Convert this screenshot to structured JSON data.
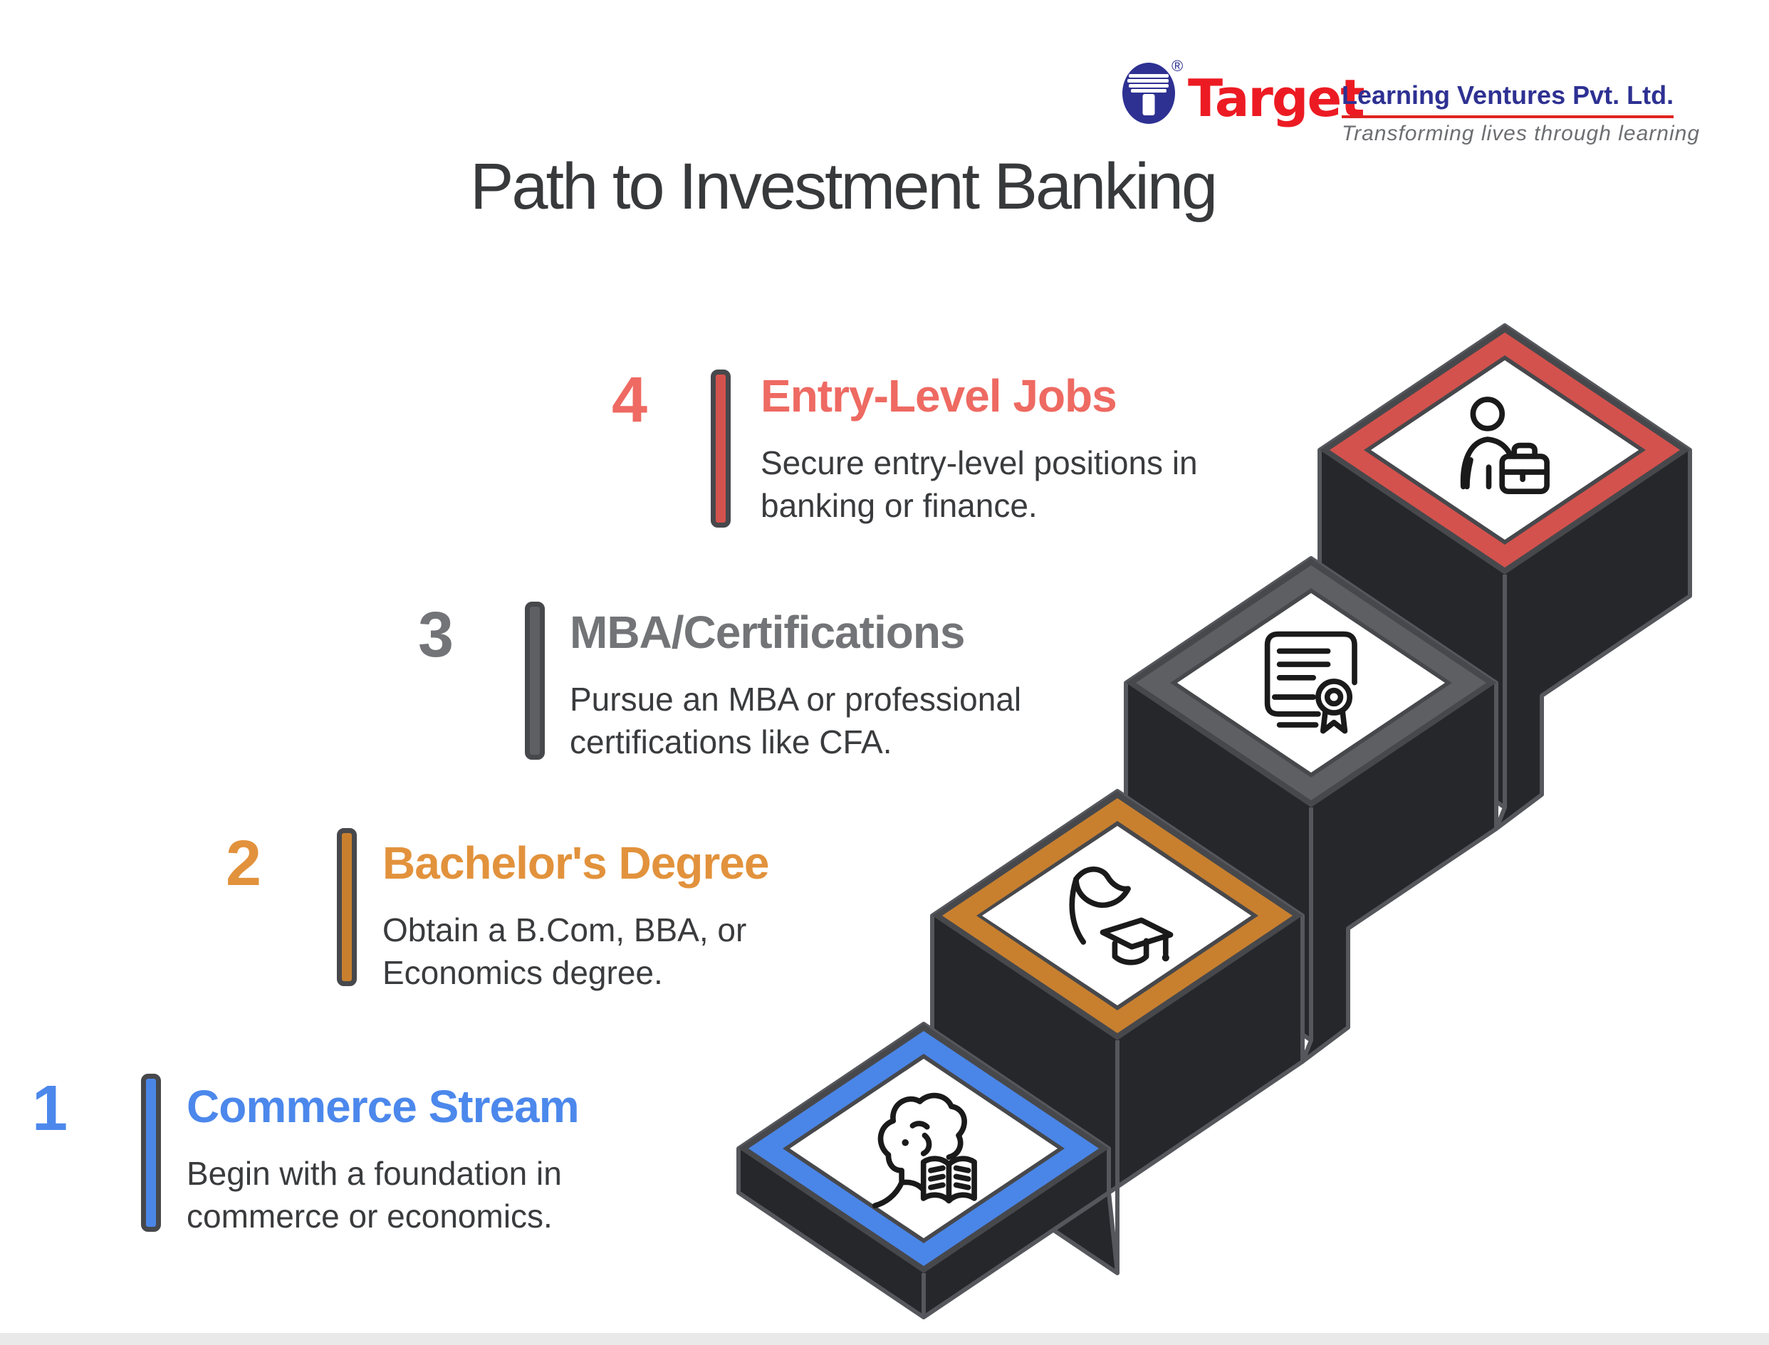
{
  "page": {
    "background": "#FFFFFF",
    "bottom_strip_color": "#E9E9E9",
    "description_color": "#3A3B3D"
  },
  "logo": {
    "brand": "Target",
    "brand_color": "#EC1B23",
    "company": "Learning Ventures Pvt. Ltd.",
    "company_color": "#2E3192",
    "underline_color": "#E02420",
    "tagline": "Transforming lives through learning",
    "tagline_color": "#6D6E71",
    "mark_color": "#2E3192",
    "registered_symbol": "®"
  },
  "title": {
    "text": "Path to Investment Banking",
    "color": "#37393B"
  },
  "steps": [
    {
      "number": "1",
      "title": "Commerce Stream",
      "description": "Begin with a foundation in\ncommerce or economics.",
      "color": "#4A86E8",
      "accent": "#4C88EC",
      "icon": "person-reading-icon"
    },
    {
      "number": "2",
      "title": "Bachelor's Degree",
      "description": "Obtain a B.Com, BBA, or\nEconomics degree.",
      "color": "#C8802F",
      "accent": "#E2923C",
      "icon": "graduation-cap-icon"
    },
    {
      "number": "3",
      "title": "MBA/Certifications",
      "description": "Pursue an MBA or professional\ncertifications like CFA.",
      "color": "#5E5F63",
      "accent": "#737477",
      "icon": "certificate-icon"
    },
    {
      "number": "4",
      "title": "Entry-Level Jobs",
      "description": "Secure entry-level positions in\nbanking or finance.",
      "color": "#D4524D",
      "accent": "#EE6A62",
      "icon": "person-briefcase-icon"
    }
  ],
  "staircase": {
    "body_color": "#26272B",
    "edge_color": "#55575C",
    "rim_color": "#47484C",
    "face_color": "#FFFFFF",
    "icon_stroke_color": "#1A1A1A"
  }
}
